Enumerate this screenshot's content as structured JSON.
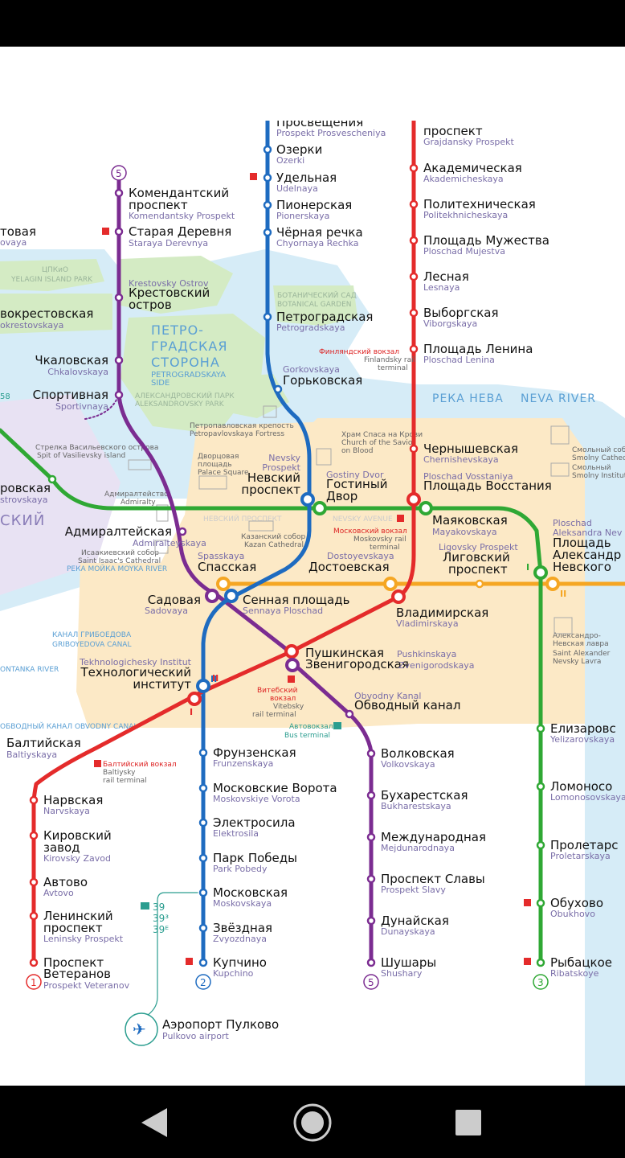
{
  "colors": {
    "line1": "#e42b2b",
    "line2": "#1e6bc0",
    "line3": "#2fa834",
    "line4": "#f5a623",
    "line5": "#7b2c91",
    "water": "#d6ecf7",
    "park": "#d4ebc4",
    "center": "#fce9c6"
  },
  "lines": {
    "l1": "1",
    "l2": "2",
    "l3": "3",
    "l5": "5"
  },
  "line5": {
    "komendantsky": {
      "ru1": "Комендантский",
      "ru2": "проспект",
      "en": "Komendantsky Prospekt"
    },
    "staraya": {
      "ru": "Старая Деревня",
      "en": "Staraya Derevnya"
    },
    "krestovsky": {
      "en": "Krestovsky Ostrov",
      "ru1": "Крестовский",
      "ru2": "остров"
    },
    "chkalovskaya": {
      "ru": "Чкаловская",
      "en": "Chkalovskaya"
    },
    "sportivnaya": {
      "ru": "Спортивная",
      "en": "Sportivnaya"
    },
    "admiralteyskaya": {
      "ru": "Адмиралтейская",
      "en": "Admiralteyskaya"
    },
    "sadovaya": {
      "ru": "Садовая",
      "en": "Sadovaya"
    },
    "zvenigorodskaya": {
      "ru": "Звенигородская",
      "en": "Zvenigorodskaya"
    },
    "obvodny": {
      "en": "Obvodny Kanal",
      "ru": "Обводный канал"
    },
    "volkovskaya": {
      "ru": "Волковская",
      "en": "Volkovskaya"
    },
    "bukharestskaya": {
      "ru": "Бухарестская",
      "en": "Bukharestskaya"
    },
    "mezhdunarodnaya": {
      "ru": "Международная",
      "en": "Mejdunarodnaya"
    },
    "slavy": {
      "ru": "Проспект Славы",
      "en": "Prospekt Slavy"
    },
    "dunayskaya": {
      "ru": "Дунайская",
      "en": "Dunayskaya"
    },
    "shushary": {
      "ru": "Шушары",
      "en": "Shushary"
    }
  },
  "line2": {
    "prosvescheniya": {
      "ru": "Просвещения",
      "en": "Prospekt Prosvescheniya"
    },
    "ozerki": {
      "ru": "Озерки",
      "en": "Ozerki"
    },
    "udelnaya": {
      "ru": "Удельная",
      "en": "Udelnaya"
    },
    "pionerskaya": {
      "ru": "Пионерская",
      "en": "Pionerskaya"
    },
    "chernayarechka": {
      "ru": "Чёрная речка",
      "en": "Chyornaya Rechka"
    },
    "petrogradskaya": {
      "ru": "Петроградская",
      "en": "Petrogradskaya"
    },
    "gorkovskaya": {
      "en": "Gorkovskaya",
      "ru": "Горьковская"
    },
    "nevsky": {
      "en1": "Nevsky",
      "en2": "Prospekt",
      "ru1": "Невский",
      "ru2": "проспект"
    },
    "sennaya": {
      "ru": "Сенная площадь",
      "en": "Sennaya Ploschad"
    },
    "tekhnolog": {
      "en": "Tekhnologichesky Institut",
      "ru1": "Технологический",
      "ru2": "институт"
    },
    "frunzenskaya": {
      "ru": "Фрунзенская",
      "en": "Frunzenskaya"
    },
    "mvorota": {
      "ru": "Московские Ворота",
      "en": "Moskovskiye Vorota"
    },
    "elektrosila": {
      "ru": "Электросила",
      "en": "Elektrosila"
    },
    "pobedy": {
      "ru": "Парк Победы",
      "en": "Park Pobedy"
    },
    "moskovskaya": {
      "ru": "Московская",
      "en": "Moskovskaya"
    },
    "zvezdnaya": {
      "ru": "Звёздная",
      "en": "Zvyozdnaya"
    },
    "kupchino": {
      "ru": "Купчино",
      "en": "Kupchino"
    }
  },
  "line1": {
    "grazhdansky": {
      "ru": "проспект",
      "en": "Grajdansky Prospekt"
    },
    "akadem": {
      "ru": "Академическая",
      "en": "Akademicheskaya"
    },
    "polytech": {
      "ru": "Политехническая",
      "en": "Politekhnicheskaya"
    },
    "muzhestva": {
      "ru": "Площадь Мужества",
      "en": "Ploschad Mujestva"
    },
    "lesnaya": {
      "ru": "Лесная",
      "en": "Lesnaya"
    },
    "vyborgskaya": {
      "ru": "Выборгская",
      "en": "Viborgskaya"
    },
    "lenina": {
      "ru": "Площадь Ленина",
      "en": "Ploschad Lenina"
    },
    "chernyshevskaya": {
      "ru": "Чернышевская",
      "en": "Chernishevskaya"
    },
    "vosstaniya": {
      "en": "Ploschad Vosstaniya",
      "ru": "Площадь Восстания"
    },
    "vladimirskaya": {
      "ru": "Владимирская",
      "en": "Vladimirskaya"
    },
    "pushkinskaya": {
      "ru": "Пушкинская",
      "en": "Pushkinskaya"
    },
    "baltiyskaya": {
      "ru": "Балтийская",
      "en": "Baltiyskaya"
    },
    "narvskaya": {
      "ru": "Нарвская",
      "en": "Narvskaya"
    },
    "kirovsky": {
      "ru1": "Кировский",
      "ru2": "завод",
      "en": "Kirovsky Zavod"
    },
    "avtovo": {
      "ru": "Автово",
      "en": "Avtovo"
    },
    "leninsky": {
      "ru1": "Ленинский",
      "ru2": "проспект",
      "en": "Leninsky Prospekt"
    },
    "veteranov": {
      "ru1": "Проспект",
      "ru2": "Ветеранов",
      "en": "Prospekt Veteranov"
    }
  },
  "line3": {
    "primorskaya": {
      "ru": "вокрестовская",
      "en": "okrestovskaya"
    },
    "vasileostrovskaya": {
      "ru": "ровская",
      "en": "strovskaya"
    },
    "gostiny": {
      "en": "Gostiny Dvor",
      "ru1": "Гостиный",
      "ru2": "Двор"
    },
    "mayakovskaya": {
      "ru": "Маяковская",
      "en": "Mayakovskaya"
    },
    "alexnev": {
      "en1": "Ploschad",
      "en2": "Aleksandra Nev",
      "ru1": "Площадь",
      "ru2": "Александр",
      "ru3": "Невского"
    },
    "elizarovskaya": {
      "ru": "Елизаровс",
      "en": "Yelizarovskaya"
    },
    "lomonosovskaya": {
      "ru": "Ломоносо",
      "en": "Lomonosovskaya"
    },
    "proletarskaya": {
      "ru": "Пролетарс",
      "en": "Proletarskaya"
    },
    "obukhovo": {
      "ru": "Обухово",
      "en": "Obukhovo"
    },
    "rybatskoye": {
      "ru": "Рыбацкое",
      "en": "Ribatskoye"
    }
  },
  "line4": {
    "spasskaya": {
      "en": "Spasskaya",
      "ru": "Спасская"
    },
    "dostoevskaya": {
      "en": "Dostoyevskaya",
      "ru": "Достоевская"
    },
    "ligovsky": {
      "en": "Ligovsky Prospekt",
      "ru1": "Лиговский",
      "ru2": "проспект"
    }
  },
  "edge": {
    "left_top_ru": "товая",
    "left_top_en": "ovaya",
    "left_num": "58",
    "left_area": "СКИЙ"
  },
  "areas": {
    "petrograd1": "ПЕТРО-",
    "petrograd2": "ГРАДСКАЯ",
    "petrograd3": "СТОРОНА",
    "petrograd_en1": "PETROGRADSKAYA",
    "petrograd_en2": "SIDE",
    "yelagin_ru": "ЦПКиО",
    "yelagin_en": "YELAGIN ISLAND PARK",
    "botanic_ru": "БОТАНИЧЕСКИЙ САД",
    "botanic_en": "BOTANICAL GARDEN",
    "alexpark_ru": "АЛЕКСАНДРОВСКИЙ ПАРК",
    "alexpark_en": "ALEKSANDROVSKY PARK"
  },
  "rivers": {
    "neva_ru": "РЕКА НЕВА",
    "neva_en": "NEVA RIVER",
    "moyka": "РЕКА МОЙКА  MOYKA RIVER",
    "griboedova1": "КАНАЛ ГРИБОЕДОВА",
    "griboedova2": "GRIBOYEDOVA CANAL",
    "fontanka": "ONTANKA RIVER",
    "obvodny": "ОБВОДНЫЙ КАНАЛ  OBVODNY CANAL",
    "nevsky_av1": "НЕВСКИЙ ПРОСПЕКТ",
    "nevsky_av2": "NEVSKY AVENUE"
  },
  "landmarks": {
    "strelka1": "Стрелка Васильевского острова",
    "strelka2": "Spit of Vasilievsky island",
    "peterpaul1": "Петропавловская крепость",
    "peterpaul2": "Petropavlovskaya Fortress",
    "palace1": "Дворцовая",
    "palace2": "площадь",
    "palace3": "Palace Square",
    "admiralty1": "Адмиралтейство",
    "admiralty2": "Admiralty",
    "kazan1": "Казанский собор",
    "kazan2": "Kazan Cathedral",
    "isaac1": "Исаакиевский собор",
    "isaac2": "Saint Isaac's Cathedral",
    "spas1": "Храм Спаса на Крови",
    "spas2": "Church of the Savior",
    "spas3": "on Blood",
    "smolny1": "Смольный собор",
    "smolny2": "Smolny Cathedral",
    "smolnyi1": "Смольный",
    "smolnyi2": "Smolny Institute",
    "lavra1": "Александро-",
    "lavra2": "Невская лавра",
    "lavra3": "Saint Alexander",
    "lavra4": "Nevsky Lavra"
  },
  "rail": {
    "finland_ru": "Финляндский вокзал",
    "finland_en1": "Finlandsky rail",
    "finland_en2": "terminal",
    "moscow_ru": "Московский вокзал",
    "moscow_en1": "Moskovsky rail",
    "moscow_en2": "terminal",
    "vitebsk_ru1": "Витебский",
    "vitebsk_ru2": "вокзал",
    "vitebsk_en1": "Vitebsky",
    "vitebsk_en2": "rail terminal",
    "baltic_ru": "Балтийский вокзал",
    "baltic_en1": "Baltiysky",
    "baltic_en2": "rail terminal",
    "bus_ru": "Автовокзал",
    "bus_en": "Bus terminal"
  },
  "airport": {
    "ru": "Аэропорт Пулково",
    "en": "Pulkovo airport",
    "bus1": "39",
    "bus2": "39³",
    "bus3": "39ᴱ"
  },
  "roman": {
    "one": "I",
    "two": "II"
  },
  "nav": {
    "back": "back-icon",
    "home": "home-icon",
    "recents": "recents-icon"
  }
}
